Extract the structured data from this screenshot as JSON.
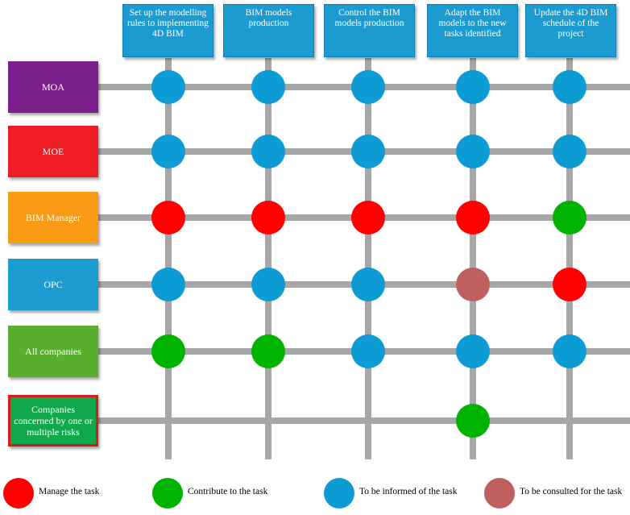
{
  "colors": {
    "manage": "#fe0000",
    "contribute": "#00b300",
    "informed": "#0d9bd3",
    "consulted": "#c0605e",
    "grid_line": "#a6a6a6",
    "task_box": "#1b9bd0"
  },
  "tasks": [
    "Set up the modelling rules to implementing 4D BIM",
    "BIM models production",
    "Control the BIM models production",
    "Adapt the BIM models to the new tasks identified",
    "Update the 4D BIM schedule of the project"
  ],
  "actors": [
    {
      "label": "MOA",
      "color": "#7b1f8c",
      "outlined": false
    },
    {
      "label": "MOE",
      "color": "#ee1c24",
      "outlined": false
    },
    {
      "label": "BIM Manager",
      "color": "#f99a14",
      "outlined": false
    },
    {
      "label": "OPC",
      "color": "#1b9bd0",
      "outlined": false
    },
    {
      "label": "All companies",
      "color": "#5aae2e",
      "outlined": false
    },
    {
      "label": "Companies concerned by one or multiple risks",
      "color": "#0fa94b",
      "outlined": true
    }
  ],
  "matrix": [
    [
      "informed",
      "informed",
      "informed",
      "informed",
      "informed"
    ],
    [
      "informed",
      "informed",
      "informed",
      "informed",
      "informed"
    ],
    [
      "manage",
      "manage",
      "manage",
      "manage",
      "contribute"
    ],
    [
      "informed",
      "informed",
      "informed",
      "consulted",
      "manage"
    ],
    [
      "contribute",
      "contribute",
      "informed",
      "informed",
      "informed"
    ],
    [
      null,
      null,
      null,
      "contribute",
      null
    ]
  ],
  "legend": [
    {
      "key": "manage",
      "label": "Manage the task"
    },
    {
      "key": "contribute",
      "label": "Contribute to the task"
    },
    {
      "key": "informed",
      "label": "To be informed of the task"
    },
    {
      "key": "consulted",
      "label": "To be consulted for the task"
    }
  ]
}
